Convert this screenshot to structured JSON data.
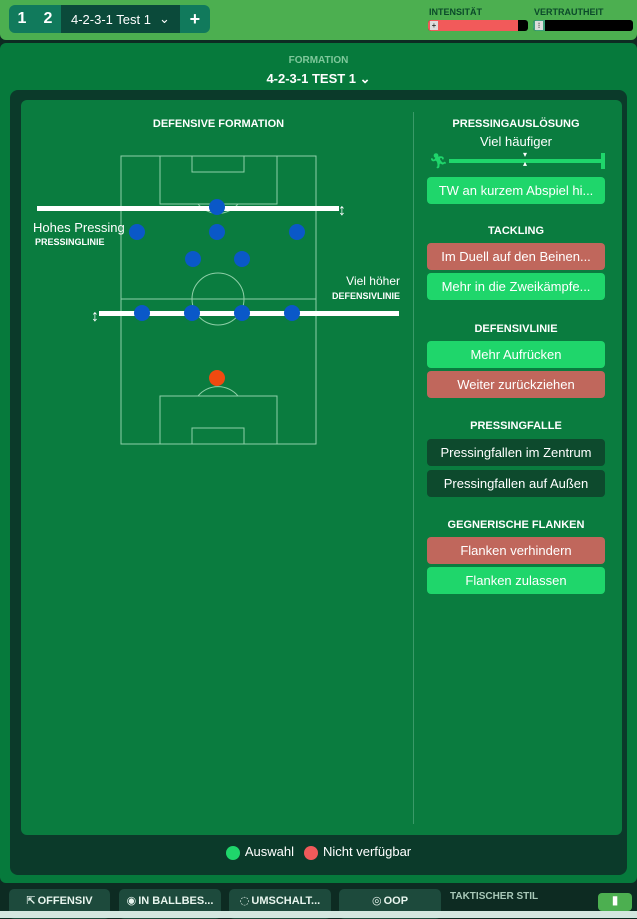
{
  "topbar": {
    "tabs": [
      "1",
      "2"
    ],
    "tactic": "4-2-3-1 Test 1",
    "add": "+",
    "intensity_label": "INTENSITÄT",
    "intensity": 0.9,
    "familiarity_label": "VERTRAUTHEIT",
    "familiarity": 0.12
  },
  "formation": {
    "label": "FORMATION",
    "name": "4-2-3-1 TEST 1"
  },
  "pitch": {
    "title": "DEFENSIVE FORMATION",
    "pressing_value": "Hohes Pressing",
    "pressing_label": "PRESSINGLINIE",
    "defline_value": "Viel höher",
    "defline_label": "DEFENSIVLINIE"
  },
  "sections": {
    "pressing": {
      "title": "PRESSINGAUSLÖSUNG",
      "value": "Viel häufiger",
      "level": 1.0,
      "buttons": [
        "TW an kurzem Abspiel hi..."
      ]
    },
    "tackling": {
      "title": "TACKLING",
      "buttons": [
        "Im Duell auf den Beinen...",
        "Mehr in die Zweikämpfe..."
      ]
    },
    "defline": {
      "title": "DEFENSIVLINIE",
      "buttons": [
        "Mehr Aufrücken",
        "Weiter zurückziehen"
      ]
    },
    "trap": {
      "title": "PRESSINGFALLE",
      "buttons": [
        "Pressingfallen im Zentrum",
        "Pressingfallen auf Außen"
      ]
    },
    "crosses": {
      "title": "GEGNERISCHE FLANKEN",
      "buttons": [
        "Flanken verhindern",
        "Flanken zulassen"
      ]
    }
  },
  "legend": {
    "available": "Auswahl",
    "unavailable": "Nicht verfügbar"
  },
  "bottom": {
    "tabs": [
      "OFFENSIV",
      "IN BALLBES...",
      "UMSCHALT...",
      "OOP"
    ],
    "style_label": "TAKTISCHER STIL"
  },
  "colors": {
    "green": "#1fd66b",
    "red": "#c0675c",
    "player": "#0a58c8",
    "keeper": "#f04a10"
  }
}
